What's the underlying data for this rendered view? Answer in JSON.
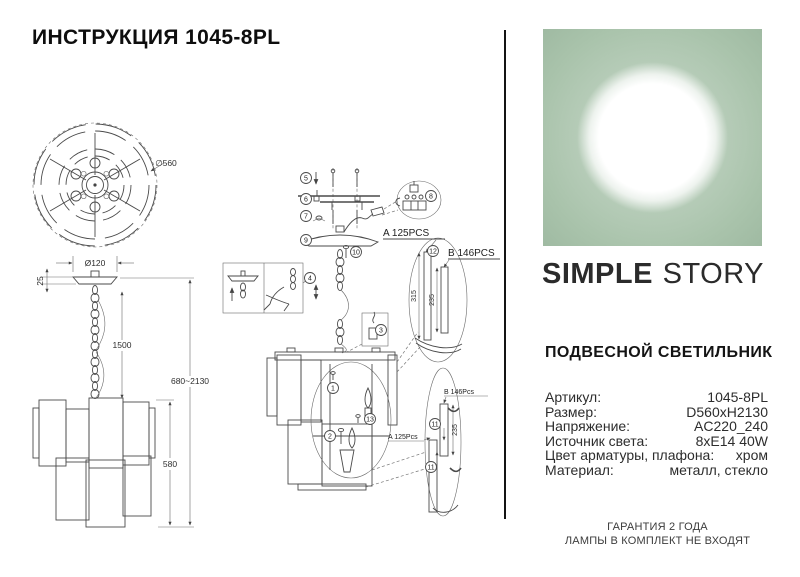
{
  "document": {
    "title": "ИНСТРУКЦИЯ 1045-8PL"
  },
  "top_view": {
    "diameter": "∅560"
  },
  "side_view": {
    "canopy_diameter": "Ø120",
    "canopy_height": "25",
    "chain_length": "1500",
    "total_height": "680~2130",
    "body_height": "580"
  },
  "assembly": {
    "callouts": {
      "n1": "1",
      "n2": "2",
      "n3": "3",
      "n4": "4",
      "n5": "5",
      "n6": "6",
      "n7": "7",
      "n8": "8",
      "n9": "9",
      "n10": "10",
      "n11a": "11",
      "n11b": "11",
      "n12": "12",
      "n13": "13"
    },
    "labels": {
      "part_a_big": "A 125PCS",
      "part_b_big": "B 146PCS",
      "part_a_small": "A 125Pcs",
      "part_b_small": "B 146Pcs",
      "rod_a_length": "315",
      "rod_b_length": "235",
      "rod_b_length2": "235"
    }
  },
  "brand": {
    "name_bold": "SIMPLE",
    "name_light": "STORY",
    "logo_color": "#a9c3ab"
  },
  "product": {
    "heading": "ПОДВЕСНОЙ СВЕТИЛЬНИК",
    "specs": [
      {
        "label": "Артикул:",
        "value": "1045-8PL"
      },
      {
        "label": "Размер:",
        "value": "D560xH2130"
      },
      {
        "label": "Напряжение:",
        "value": "AC220_240"
      },
      {
        "label": "Источник света:",
        "value": "8xE14 40W"
      },
      {
        "label": "Цвет арматуры, плафона:",
        "value": "хром"
      },
      {
        "label": "Материал:",
        "value": "металл, стекло"
      }
    ]
  },
  "footer": {
    "warranty": "ГАРАНТИЯ 2 ГОДА",
    "lamps_note": "ЛАМПЫ В КОМПЛЕКТ НЕ ВХОДЯТ"
  }
}
